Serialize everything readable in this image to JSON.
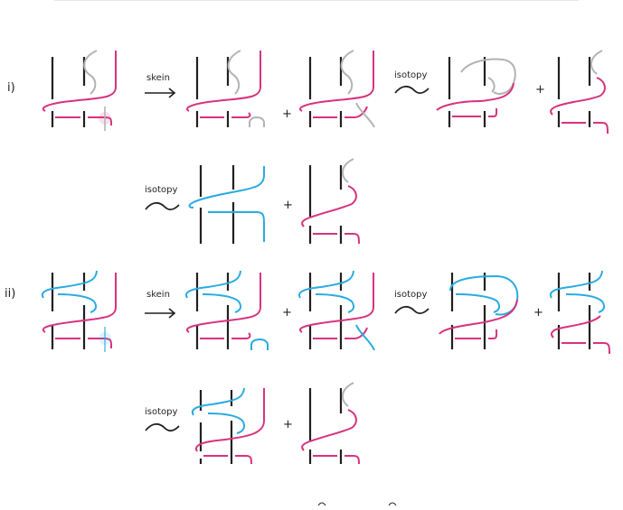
{
  "row_labels": {
    "row1": "i)",
    "row2": "ii)"
  },
  "operators": {
    "skein": "skein",
    "isotopy": "isotopy",
    "plus": "+"
  },
  "colors": {
    "strand": "#231f20",
    "magenta": "#d6337f",
    "gray": "#b3b3b3",
    "cyan": "#29abe2"
  }
}
